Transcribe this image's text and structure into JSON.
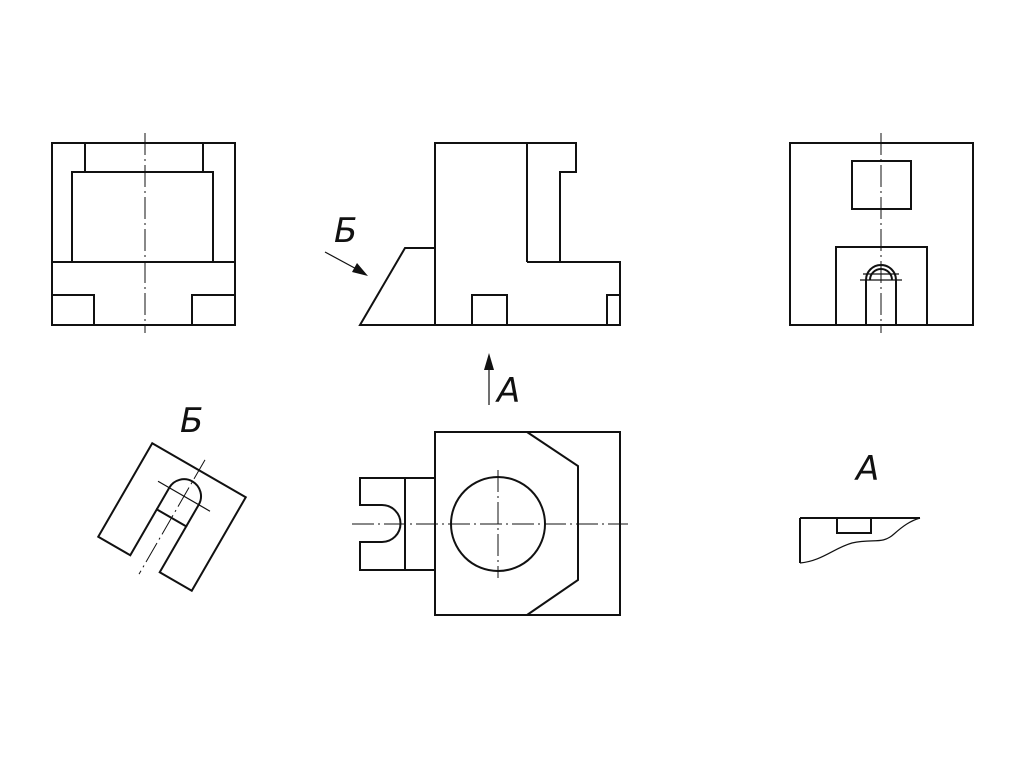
{
  "labels": {
    "arrow_b": "Б",
    "arrow_a": "А",
    "view_b": "Б",
    "view_a": "А"
  },
  "colors": {
    "line": "#111111",
    "background": "#ffffff"
  }
}
